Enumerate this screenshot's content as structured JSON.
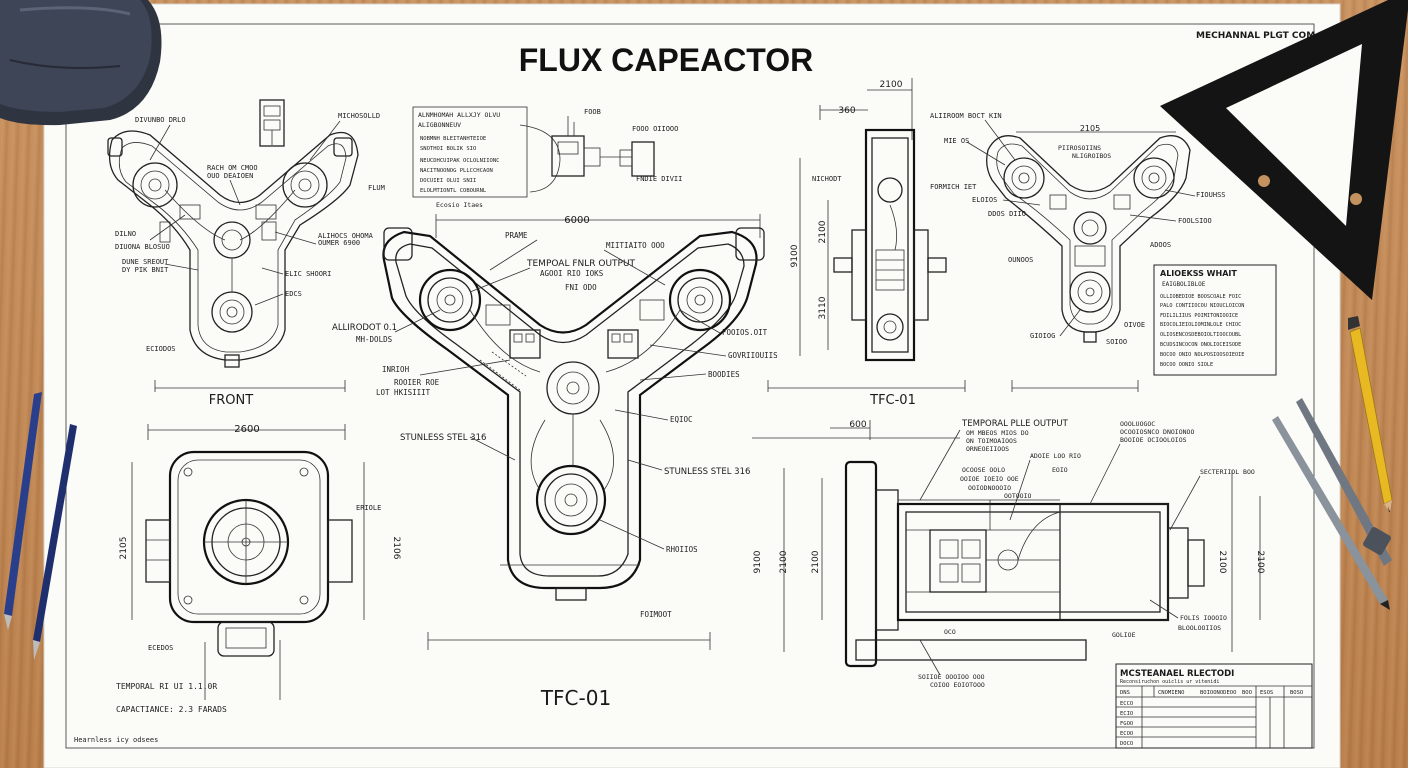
{
  "sheet": {
    "title": "FLUX CAPEACTOR",
    "corner_label": "MECHANNAL PLGT COM",
    "footer_note": "Hearnless icy odsees",
    "capacitance_note": "CAPACTIANCE: 2.3 FARADS"
  },
  "views": {
    "front": {
      "label": "FRONT"
    },
    "side_top": {
      "label": "TFC-01"
    },
    "main": {
      "label": "TFC-01"
    }
  },
  "dimensions": {
    "main_width": "6000",
    "front_bottom_width": "2600",
    "front_bottom_height_left": "2105",
    "front_bottom_height_right": "2106",
    "side_top_width": "2100",
    "side_top_offset": "360",
    "side_height_1": "9100",
    "side_height_2": "2100",
    "side_height_3": "2100",
    "side_small": "3110",
    "right_top_width": "2105",
    "bottom_right_width": "600",
    "bottom_right_height_1": "2100",
    "bottom_right_height_2": "2100",
    "bottom_right_height_3": "2100",
    "bottom_right_height_4": "9100"
  },
  "callouts": {
    "front_top": [
      "DIVUNBO DRLO",
      "MICHOSOLLD"
    ],
    "front_mid": [
      "RACH OM CMOO",
      "OUO DEAIOEN"
    ],
    "front_flum": "FLUM",
    "front_left": [
      "DILNO",
      "DIUONA BLOSUO",
      "DUNE SREOUT",
      "DY PIK BNIT"
    ],
    "front_right": [
      "ALIHOCS OHOMA",
      "OUMER 6900",
      "ELIC SHOORI",
      "EDCS"
    ],
    "front_bottom": "ECIODOS",
    "main_notes_title": "ALNMHOMAH ALLXJY OLVU",
    "main_notes_sub": "ALIGBONNEUV",
    "main_notes_lines": [
      "NOBMNH BLEITANHTEIOE",
      "SNOTHOI BOLIK SIO",
      "NEUCDHCUIPAK  OCLOLNIIONC",
      "NACITNOONOG  PLLCCHCAON",
      "DOCUIEI OLUI SNII",
      "ELOLMTIONTL COBOURNL"
    ],
    "main_notes_foot": "Ecosio Itaes",
    "main_top": [
      "FOOB",
      "FOOO OIIOOO",
      "FNDIE DIVII"
    ],
    "main_body": [
      "PRAME",
      "TEMPOAL FNLR OUTPUT",
      "AGOOI RIO IOKS",
      "FNI ODO",
      "MIITIAITO OOO"
    ],
    "main_left": [
      "ALLIRODOT 0.1",
      "MH-DOLDS",
      "INRIOH",
      "ROOIER ROE",
      "LOT HKISIIIT"
    ],
    "main_right": [
      "FOOIOS.OIT",
      "GOVRIIOUIIS",
      "BOODIES",
      "EQIOC"
    ],
    "main_stainless_left": "STUNLESS STEL 316",
    "main_stainless_right": "STUNLESS STEL 316",
    "main_bottom": [
      "RHOIIOS",
      "FOIMOOT"
    ],
    "side_top": [
      "NICHODT",
      "FORMICH IET"
    ],
    "right_top": [
      "ALIIROOM BOCT KIN",
      "PIIROSOIINS",
      "NLIGROIBOS",
      "MIE OS",
      "ELOIOS",
      "DDOS DIIO",
      "OUNOOS",
      "FIOUHSS",
      "FOOLSIOO",
      "ADOOS",
      "GIOIOG",
      "OIVOE",
      "SOIOO"
    ],
    "spec_box_title": "ALIOEKSS WHAIT",
    "spec_box_sub": "EAIGBOLIBLOE",
    "spec_box_lines": [
      "OLLIOBEDIOE BOOSCOALE FOIC",
      "PALO CONTIIOCOU  NIOUCLOICON",
      "FDILILIIUS  POIMITONIOOICE",
      "BIOCOLIEIOLIOMINLOLE CHIOC",
      "OLIOSENCOSDEBOIOLTIOOCOUBL",
      "BCUDSINCOCON ONOLIOCEISODE",
      "BOCOO ONIO NOLPOSIOOSOIEOIE",
      "BOCOO OONIO SIOLE"
    ],
    "front_bottom_view": [
      "ERIOLE",
      "ECEDOS",
      "TEMPORAL RI UI 1.1.0R"
    ],
    "bottom_right_top": [
      "TEMPORAL PLLE OUTPUT",
      "OM MBEOS MIOS DO",
      "ON TOIMOAIOOS",
      "ORNEOEIIOOS",
      "ADOIE LOO RIO",
      "EOIO",
      "OCOOSE OOLO",
      "OOIOE IOEIO OOE",
      "OOIODNOOOIO",
      "OOTOOIO",
      "OOOLUOGOC",
      "OCOOIOSNCO DNOIONOO",
      "BOOIOE OCIOOLOIOS"
    ],
    "bottom_right_side": [
      "SECTERIIOL BOO",
      "FOLIS IOOOIO",
      "BLOOLOOIIOS",
      "GOLIOE",
      "OCO",
      "SOIIOE OOOIOO OOO",
      "COIOO EOIOTOOO"
    ]
  },
  "title_block": {
    "heading": "MCSTEANAEL RLECTODI",
    "subheading": "Reconsiruchon ouiclis ur vitenidi",
    "header_cells": [
      "DNS",
      "CNOMIENO",
      "BOIOONODEOO",
      "BOO",
      "ESOS",
      "BOSO"
    ],
    "row_labels": [
      "ECCO",
      "ECIO",
      "FGOO",
      "ECOO",
      "DOCO"
    ]
  },
  "colors": {
    "paper": "#fbfbf8",
    "ink": "#1a1a1a",
    "wood": "#c28b57",
    "triangle": "#141414",
    "pencil_yellow": "#e8b923",
    "pen_blue": "#2a3f8c"
  }
}
